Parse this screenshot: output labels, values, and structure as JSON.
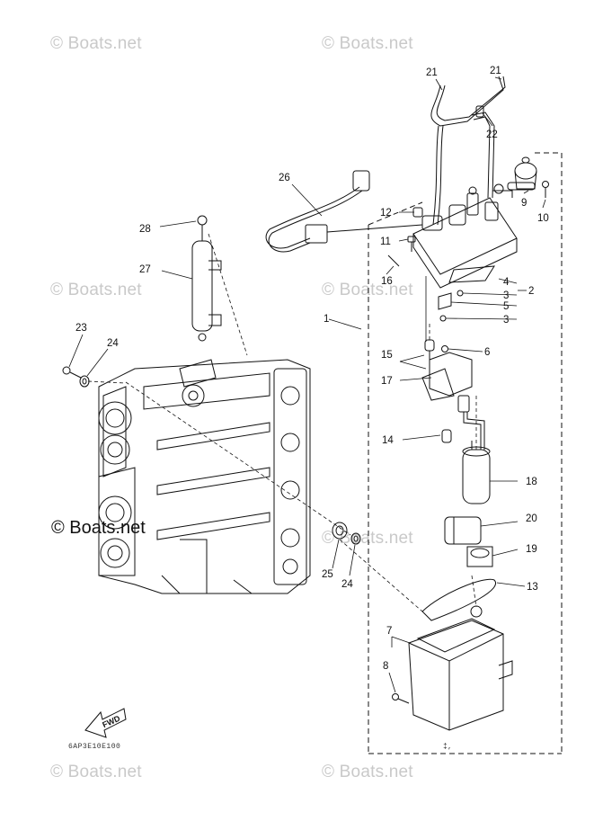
{
  "watermarks": {
    "text": "© Boats.net",
    "main": "© Boats.net"
  },
  "callouts": [
    "1",
    "2",
    "3",
    "3",
    "4",
    "5",
    "6",
    "7",
    "8",
    "9",
    "10",
    "11",
    "12",
    "13",
    "14",
    "15",
    "16",
    "17",
    "18",
    "19",
    "20",
    "21",
    "21",
    "22",
    "23",
    "24",
    "24",
    "25",
    "26",
    "27",
    "28"
  ],
  "fwd_arrow_text": "FWD",
  "drawing_code": "6AP3E10E100",
  "drawing_code_small": "‡‚"
}
